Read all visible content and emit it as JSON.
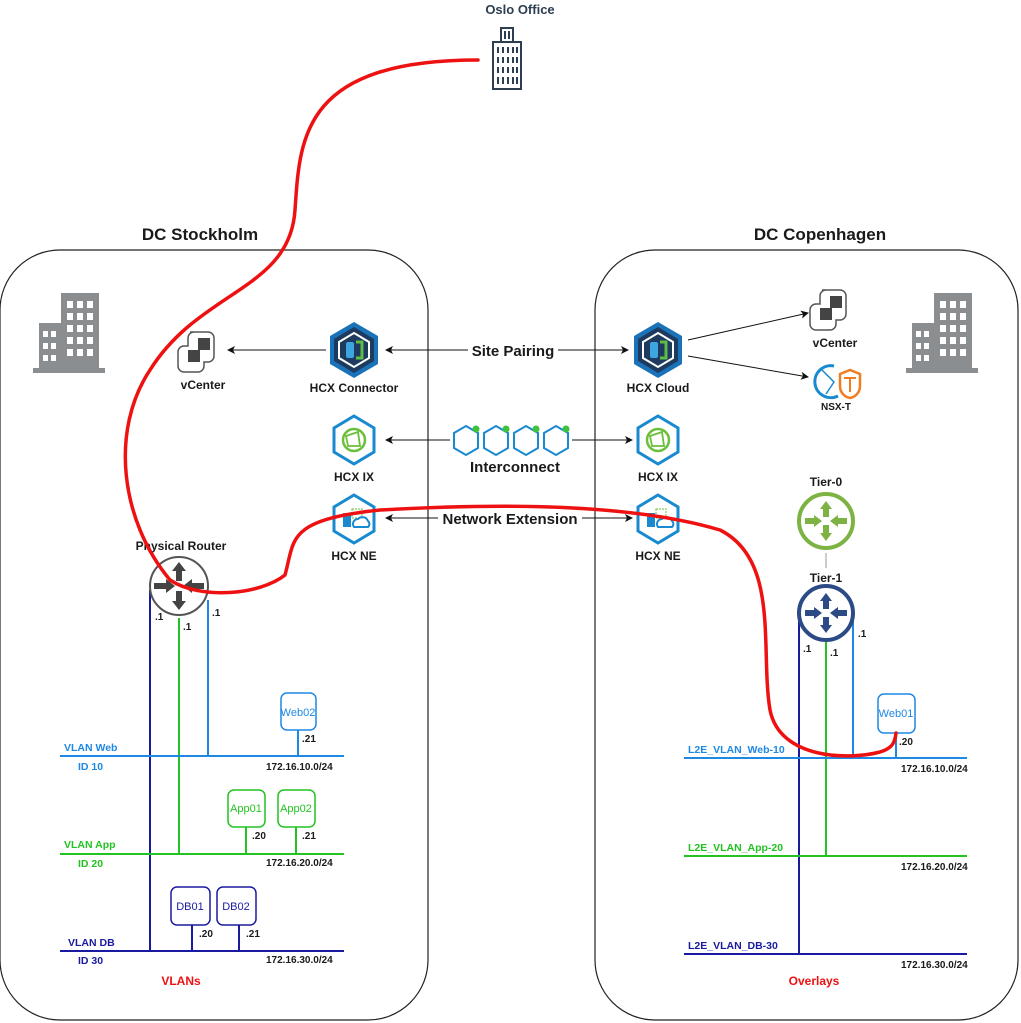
{
  "oslo": {
    "label": "Oslo Office"
  },
  "sites": {
    "stockholm": {
      "title": "DC Stockholm",
      "footer": "VLANs",
      "vcenter": "vCenter",
      "hcx_connector": "HCX Connector",
      "hcx_ix": "HCX IX",
      "hcx_ne": "HCX NE",
      "router": "Physical Router",
      "router_ifaces": [
        ".1",
        ".1",
        ".1"
      ],
      "segments": [
        {
          "name": "VLAN Web",
          "id": "ID 10",
          "subnet": "172.16.10.0/24",
          "color": "#1e88e5"
        },
        {
          "name": "VLAN App",
          "id": "ID 20",
          "subnet": "172.16.20.0/24",
          "color": "#22c322"
        },
        {
          "name": "VLAN DB",
          "id": "ID 30",
          "subnet": "172.16.30.0/24",
          "color": "#1a1aa0"
        }
      ],
      "vms": [
        {
          "name": "Web02",
          "ip": ".21",
          "segment": "web"
        },
        {
          "name": "App01",
          "ip": ".20",
          "segment": "app"
        },
        {
          "name": "App02",
          "ip": ".21",
          "segment": "app"
        },
        {
          "name": "DB01",
          "ip": ".20",
          "segment": "db"
        },
        {
          "name": "DB02",
          "ip": ".21",
          "segment": "db"
        }
      ]
    },
    "copenhagen": {
      "title": "DC Copenhagen",
      "footer": "Overlays",
      "vcenter": "vCenter",
      "nsxt": "NSX-T",
      "hcx_cloud": "HCX Cloud",
      "hcx_ix": "HCX IX",
      "hcx_ne": "HCX NE",
      "tier0": "Tier-0",
      "tier1": "Tier-1",
      "router_ifaces": [
        ".1",
        ".1",
        ".1"
      ],
      "segments": [
        {
          "name": "L2E_VLAN_Web-10",
          "subnet": "172.16.10.0/24",
          "color": "#1e88e5"
        },
        {
          "name": "L2E_VLAN_App-20",
          "subnet": "172.16.20.0/24",
          "color": "#22c322"
        },
        {
          "name": "L2E_VLAN_DB-30",
          "subnet": "172.16.30.0/24",
          "color": "#1a1aa0"
        }
      ],
      "vms": [
        {
          "name": "Web01",
          "ip": ".20",
          "segment": "web"
        }
      ]
    }
  },
  "links": {
    "site_pairing": "Site Pairing",
    "interconnect": "Interconnect",
    "network_extension": "Network Extension"
  },
  "colors": {
    "traffic_path": "#ee1111",
    "hcx_blue": "#1a73b8",
    "hcx_dark": "#1e3a5f",
    "tier0_green": "#7cb342",
    "tier1_navy": "#2b4a86",
    "footer_red": "#ee1111"
  }
}
